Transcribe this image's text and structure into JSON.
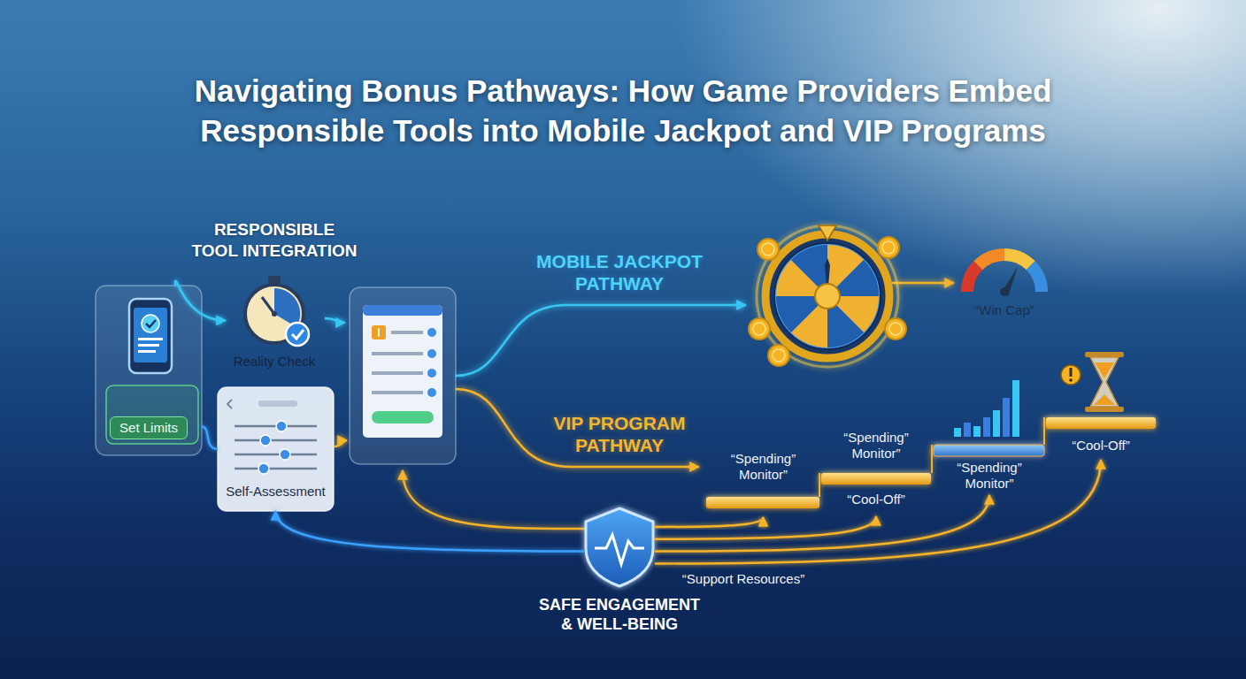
{
  "diagram": {
    "title": "Navigating Bonus Pathways: How Game Providers Embed Responsible Tools into Mobile Jackpot and VIP Programs",
    "nodes": [
      {
        "text": [
          "Set Limits"
        ]
      },
      {
        "text": [
          "Reality Check"
        ]
      },
      {
        "text": [
          "Self-Assessment"
        ]
      },
      {
        "text": [
          "“Win Cap”"
        ]
      },
      {
        "text": [
          "“Spending” Monitor”"
        ]
      },
      {
        "text": [
          "“Spending” Monitor”",
          "“Cool-Off”"
        ]
      },
      {
        "text": [
          "“Spending” Monitor”"
        ]
      },
      {
        "text": [
          "“Cool-Off”"
        ]
      },
      {
        "text": [
          "SAFE ENGAGEMENT & WELL-BEING"
        ]
      }
    ],
    "edges": [
      {
        "from": 0,
        "to": 1,
        "arrow": "to"
      },
      {
        "from": 0,
        "to": 2,
        "arrow": "none"
      },
      {
        "from": 8,
        "to": 2,
        "arrow": "to"
      },
      {
        "from": 8,
        "to": 4,
        "arrow": "to"
      },
      {
        "from": 8,
        "to": 5,
        "arrow": "to"
      },
      {
        "from": 8,
        "to": 6,
        "arrow": "to"
      },
      {
        "from": 8,
        "to": 7,
        "arrow": "to"
      }
    ],
    "labels": [
      "RESPONSIBLE TOOL INTEGRATION",
      "MOBILE JACKPOT PATHWAY",
      "VIP PROGRAM PATHWAY",
      "“Support Resources”"
    ]
  }
}
